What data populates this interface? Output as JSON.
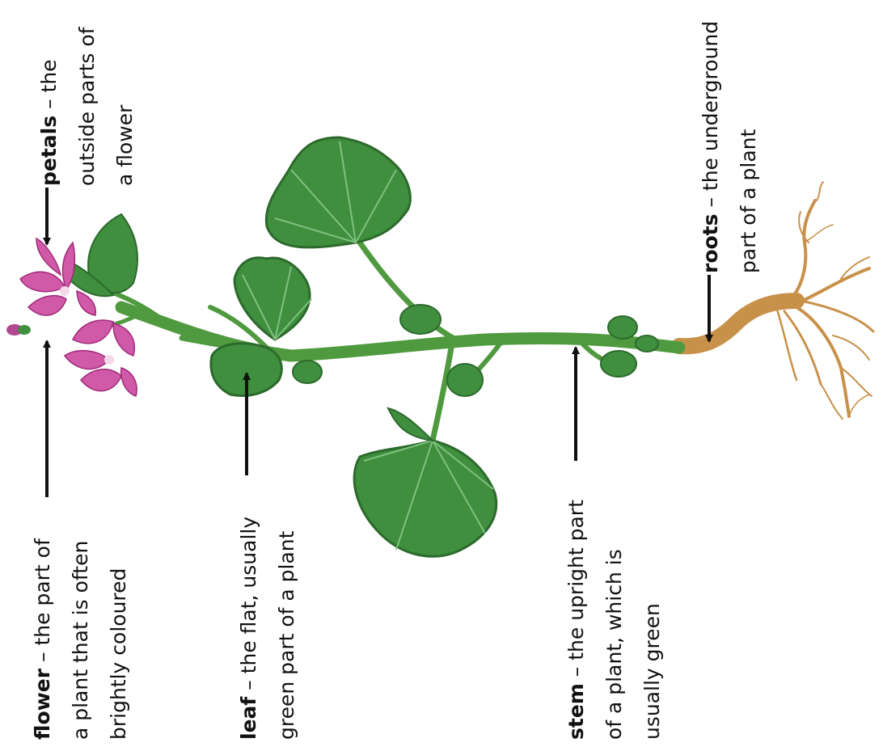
{
  "labels": {
    "flower": {
      "term": "flower",
      "line1": " – the part of",
      "line2": "a plant that is often",
      "line3": "brightly coloured"
    },
    "petals": {
      "term": "petals",
      "line1": " – the",
      "line2": "outside parts of",
      "line3": "a flower"
    },
    "leaf": {
      "term": "leaf",
      "line1": " – the flat, usually",
      "line2": "green part of a plant"
    },
    "stem": {
      "term": "stem",
      "line1": " – the upright part",
      "line2": "of a plant, which is",
      "line3": "usually green"
    },
    "roots": {
      "term": "roots",
      "line1": " – the underground",
      "line2": "part of a plant"
    }
  },
  "colors": {
    "petal": "#d05aa8",
    "petal_vein": "#a02a7a",
    "leaf": "#3f8f3f",
    "leaf_dark": "#2c6a2c",
    "leaf_vein": "#7fc07f",
    "stem": "#4f9a3f",
    "root": "#c8914a",
    "arrow": "#111111"
  }
}
